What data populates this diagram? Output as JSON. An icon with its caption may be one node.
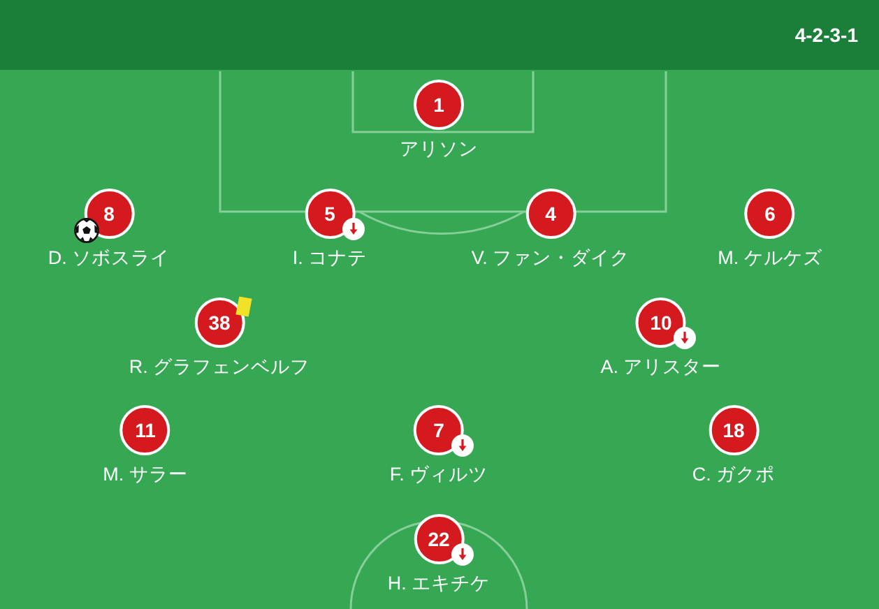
{
  "diagram": {
    "nodes": [
      {
        "text": [
          "1"
        ],
        "beside": [
          "アリソン"
        ]
      },
      {
        "text": [
          "8"
        ],
        "beside": [
          "D. ソボスライ"
        ]
      },
      {
        "text": [
          "5"
        ],
        "beside": [
          "I. コナテ"
        ]
      },
      {
        "text": [
          "4"
        ],
        "beside": [
          "V. ファン・ダイク"
        ]
      },
      {
        "text": [
          "6"
        ],
        "beside": [
          "M. ケルケズ"
        ]
      },
      {
        "text": [
          "38"
        ],
        "beside": [
          "R. グラフェンベルフ"
        ]
      },
      {
        "text": [
          "10"
        ],
        "beside": [
          "A. アリスター"
        ]
      },
      {
        "text": [
          "11"
        ],
        "beside": [
          "M. サラー"
        ]
      },
      {
        "text": [
          "7"
        ],
        "beside": [
          "F. ヴィルツ"
        ]
      },
      {
        "text": [
          "18"
        ],
        "beside": [
          "C. ガクポ"
        ]
      },
      {
        "text": [
          "22"
        ],
        "beside": [
          "H. エキチケ"
        ]
      }
    ],
    "labels": [
      "4-2-3-1"
    ]
  }
}
